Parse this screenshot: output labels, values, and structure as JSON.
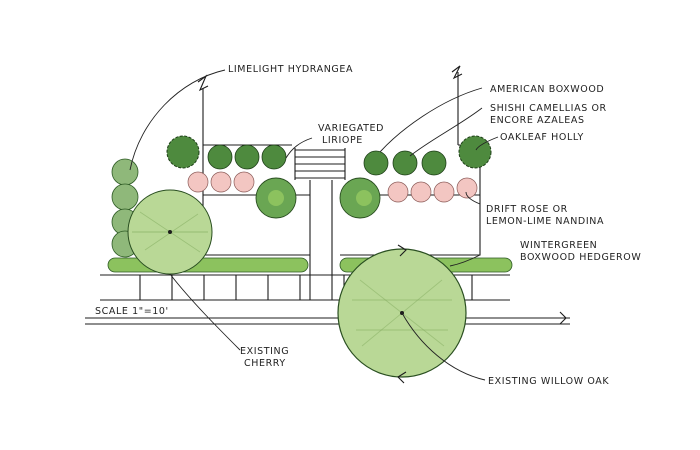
{
  "title": "",
  "labels": {
    "limelight": "LIMELIGHT HYDRANGEA",
    "american_boxwood": "AMERICAN BOXWOOD",
    "camellias_1": "SHISHI CAMELLIAS OR",
    "camellias_2": "ENCORE AZALEAS",
    "oakleaf": "OAKLEAF HOLLY",
    "liriope_1": "VARIEGATED",
    "liriope_2": "LIRIOPE",
    "drift_1": "DRIFT ROSE OR",
    "drift_2": "LEMON-LIME NANDINA",
    "hedgerow_1": "WINTERGREEN",
    "hedgerow_2": "BOXWOOD HEDGEROW",
    "scale": "SCALE 1\"=10'",
    "cherry_1": "EXISTING",
    "cherry_2": "CHERRY",
    "willow": "EXISTING WILLOW OAK"
  },
  "colors": {
    "boxwood_dark": "#4e8a3e",
    "shrub_medium": "#6aa653",
    "hedge_lime": "#8cc25e",
    "tree_light": "#b9d896",
    "rose_pink": "#f3c6c2",
    "ink": "#1c1c1c"
  }
}
